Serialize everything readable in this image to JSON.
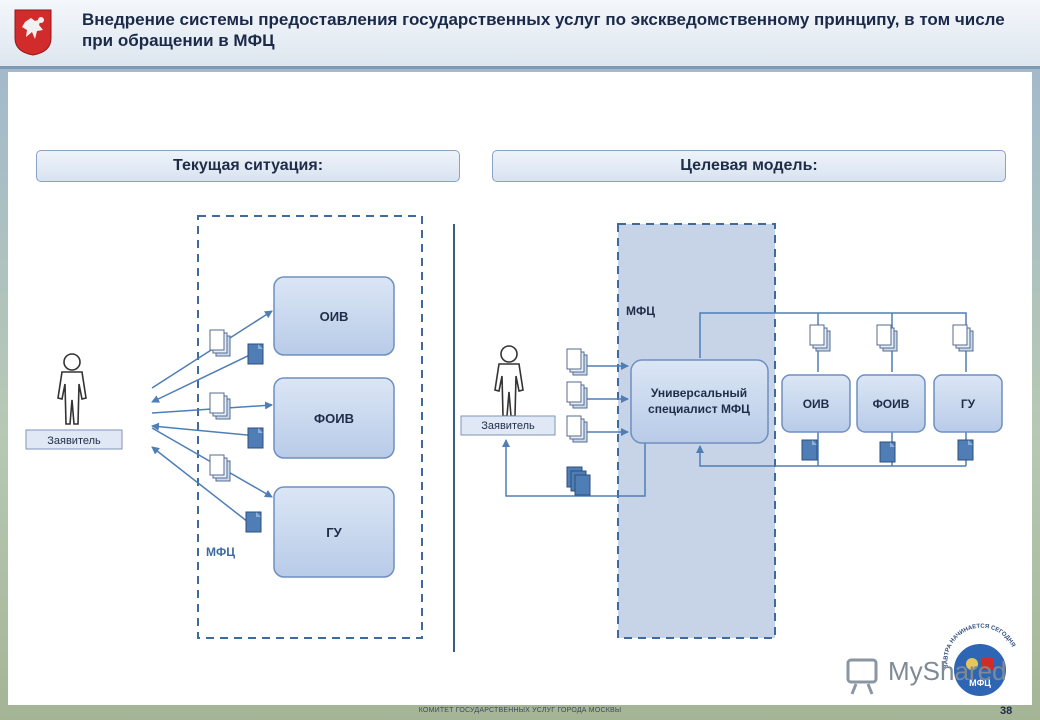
{
  "header": {
    "title": "Внедрение системы предоставления государственных услуг по экскведомственному принципу, в том числе при обращении в МФЦ",
    "logo_icon": "moscow-coat-of-arms-icon"
  },
  "sections": {
    "current_label": "Текущая ситуация:",
    "target_label": "Целевая модель:"
  },
  "current": {
    "applicant_label": "Заявитель",
    "mfc_label": "МФЦ",
    "agencies": [
      "ОИВ",
      "ФОИВ",
      "ГУ"
    ]
  },
  "target": {
    "applicant_label": "Заявитель",
    "mfc_label": "МФЦ",
    "specialist_line1": "Универсальный",
    "specialist_line2": "специалист МФЦ",
    "agencies": [
      "ОИВ",
      "ФОИВ",
      "ГУ"
    ]
  },
  "footer": {
    "text": "КОМИТЕТ ГОСУДАРСТВЕННЫХ УСЛУГ ГОРОДА МОСКВЫ",
    "page_number": "38",
    "watermark_text": "MyShared",
    "badge_text": "МФЦ",
    "badge_arc_text": "ЗАВТРА НАЧИНАЕТСЯ СЕГОДНЯ"
  },
  "colors": {
    "box_fill": "#c8d8ef",
    "box_stroke": "#6f8fc0",
    "arrow": "#4f7eb6",
    "dashed": "#3f6aa0",
    "target_mfc_fill": "#c7d3e6"
  }
}
